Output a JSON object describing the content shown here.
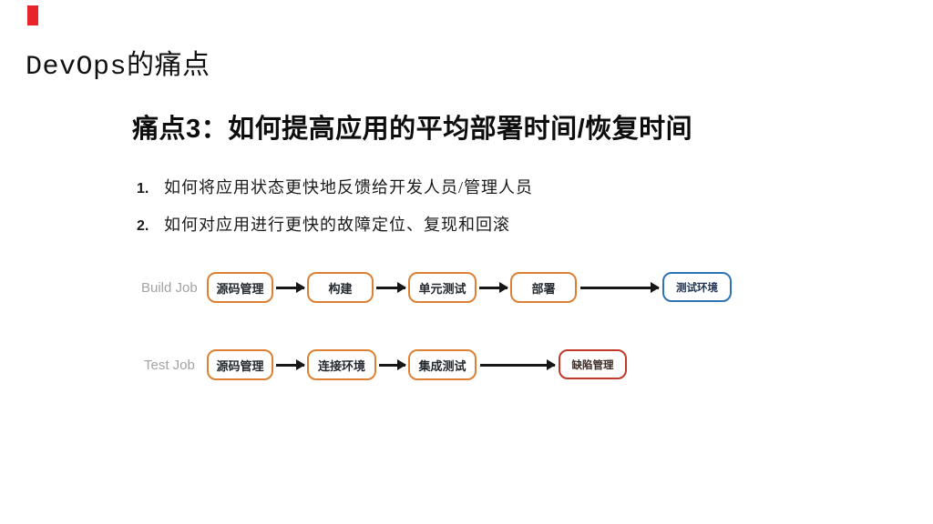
{
  "slide": {
    "title": "DevOps的痛点",
    "heading": "痛点3：如何提高应用的平均部署时间/恢复时间",
    "points": [
      {
        "num": "1.",
        "text": "如何将应用状态更快地反馈给开发人员/管理人员"
      },
      {
        "num": "2.",
        "text": "如何对应用进行更快的故障定位、复现和回滚"
      }
    ],
    "diagram": {
      "rows": [
        {
          "label": "Build Job",
          "nodes": [
            {
              "text": "源码管理",
              "type": "orange"
            },
            {
              "text": "构建",
              "type": "orange"
            },
            {
              "text": "单元测试",
              "type": "orange"
            },
            {
              "text": "部署",
              "type": "orange"
            },
            {
              "text": "测试环境",
              "type": "blue"
            }
          ]
        },
        {
          "label": "Test Job",
          "nodes": [
            {
              "text": "源码管理",
              "type": "orange"
            },
            {
              "text": "连接环境",
              "type": "orange"
            },
            {
              "text": "集成测试",
              "type": "orange"
            },
            {
              "text": "缺陷管理",
              "type": "red"
            }
          ]
        }
      ]
    },
    "colors": {
      "accent_red": "#e8232a",
      "node_orange_border": "#dd8033",
      "node_blue_border": "#2e74b5",
      "node_red_border": "#c0392b",
      "row_label_gray": "#a3a3a3",
      "arrow_black": "#161616",
      "background": "#ffffff"
    }
  }
}
